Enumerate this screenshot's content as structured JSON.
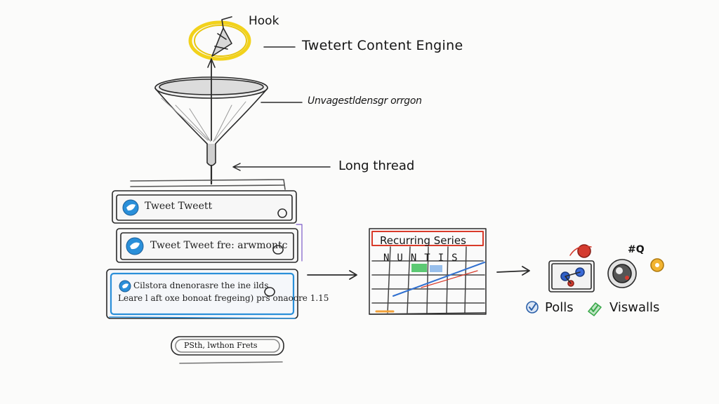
{
  "labels": {
    "hook": "Hook",
    "engine": "Twetert Content Engine",
    "underneath": "Unvagestldensgr orrgon",
    "long_thread": "Long thread"
  },
  "tweet_cards": [
    {
      "line1": "Tweet Tweett"
    },
    {
      "line1": "Tweet Tweet fre: arwmontc"
    },
    {
      "line1": "Cilstora dnenorasre the ine ilds",
      "line2": "Leare l aft oxe bonoat fregeing) prs onaoore 1.15"
    }
  ],
  "pill_label": "PSth, lwthon Frets",
  "calendar": {
    "title": "Recurring Series",
    "days": "NUNTIS"
  },
  "outputs": {
    "polls": "Polls",
    "visuals": "Viswalls",
    "hash_icon_text": "#Q"
  },
  "colors": {
    "hook_ring": "#f2d21b",
    "twitter_blue": "#2a8fd9",
    "calendar_red": "#d83a2a",
    "calendar_green": "#3fbf5a",
    "calendar_blue": "#3070d0",
    "calendar_orange": "#f2a23a",
    "poll_red": "#d43b2f",
    "check_green": "#3aa84a",
    "badge_orange": "#f2b431"
  },
  "icons": [
    "arrowhead-icon",
    "funnel-icon",
    "twitter-bird-icon",
    "calendar-icon",
    "poll-chart-icon",
    "visual-lens-icon",
    "check-icon"
  ]
}
